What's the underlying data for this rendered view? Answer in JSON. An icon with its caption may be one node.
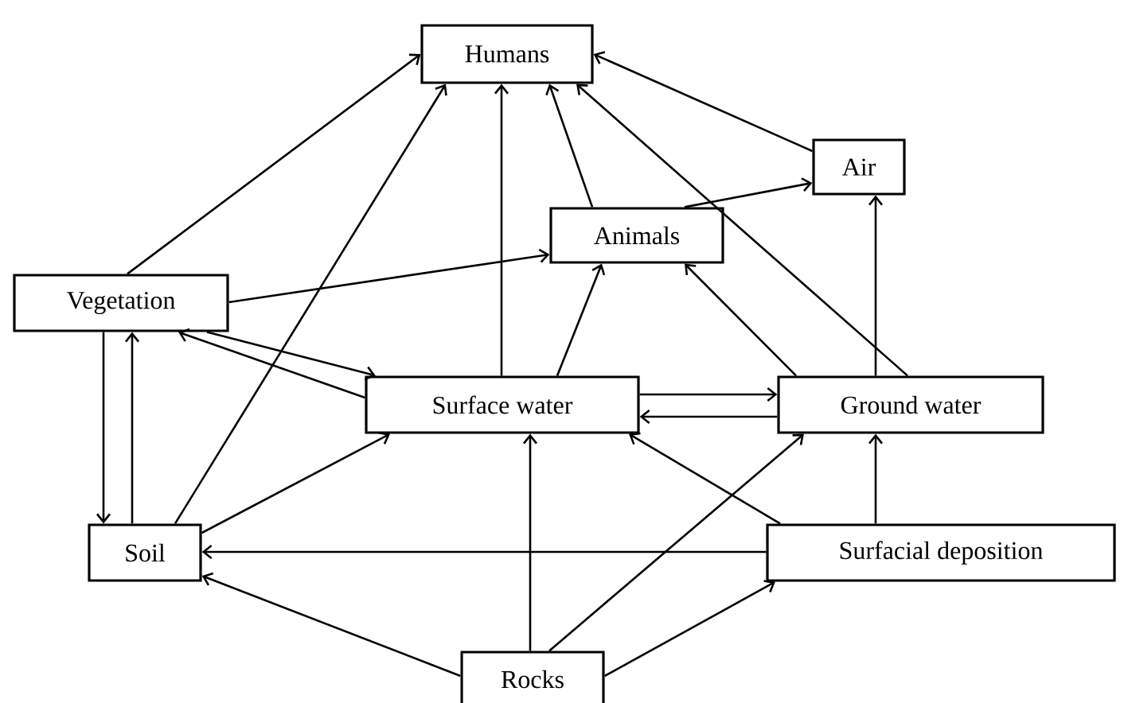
{
  "diagram": {
    "nodes": [
      {
        "text": [
          "Humans"
        ]
      },
      {
        "text": [
          "Air"
        ]
      },
      {
        "text": [
          "Animals"
        ]
      },
      {
        "text": [
          "Vegetation"
        ]
      },
      {
        "text": [
          "Surface water"
        ]
      },
      {
        "text": [
          "Ground water"
        ]
      },
      {
        "text": [
          "Soil"
        ]
      },
      {
        "text": [
          "Surfacial deposition"
        ]
      },
      {
        "text": [
          "Rocks"
        ]
      }
    ],
    "edges": [
      {
        "from": 3,
        "to": 0,
        "arrow": "to"
      },
      {
        "from": 6,
        "to": 0,
        "arrow": "to"
      },
      {
        "from": 4,
        "to": 0,
        "arrow": "to"
      },
      {
        "from": 2,
        "to": 0,
        "arrow": "to"
      },
      {
        "from": 5,
        "to": 0,
        "arrow": "to"
      },
      {
        "from": 1,
        "to": 0,
        "arrow": "to"
      },
      {
        "from": 2,
        "to": 1,
        "arrow": "to"
      },
      {
        "from": 3,
        "to": 2,
        "arrow": "to"
      },
      {
        "from": 4,
        "to": 2,
        "arrow": "to"
      },
      {
        "from": 5,
        "to": 2,
        "arrow": "to"
      },
      {
        "from": 5,
        "to": 1,
        "arrow": "to"
      },
      {
        "from": 3,
        "to": 4,
        "arrow": "to"
      },
      {
        "from": 4,
        "to": 3,
        "arrow": "to"
      },
      {
        "from": 3,
        "to": 6,
        "arrow": "to"
      },
      {
        "from": 6,
        "to": 3,
        "arrow": "to"
      },
      {
        "from": 6,
        "to": 4,
        "arrow": "to"
      },
      {
        "from": 4,
        "to": 5,
        "arrow": "to"
      },
      {
        "from": 5,
        "to": 4,
        "arrow": "to"
      },
      {
        "from": 7,
        "to": 4,
        "arrow": "to"
      },
      {
        "from": 7,
        "to": 5,
        "arrow": "to"
      },
      {
        "from": 7,
        "to": 6,
        "arrow": "to"
      },
      {
        "from": 8,
        "to": 6,
        "arrow": "to"
      },
      {
        "from": 8,
        "to": 4,
        "arrow": "to"
      },
      {
        "from": 8,
        "to": 5,
        "arrow": "to"
      },
      {
        "from": 8,
        "to": 7,
        "arrow": "to"
      }
    ]
  }
}
